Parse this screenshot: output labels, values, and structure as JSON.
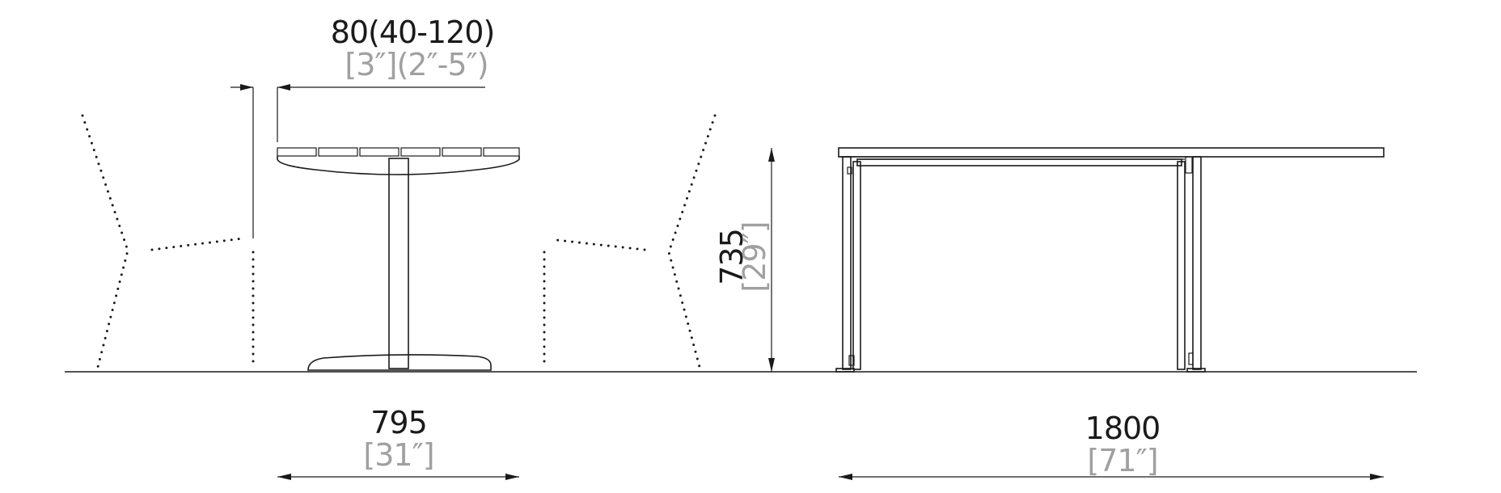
{
  "dimensions": {
    "overhang": {
      "mm": "80(40-120)",
      "inch": "[3″](2″-5″)"
    },
    "height": {
      "mm": "735",
      "inch": "[29″]"
    },
    "depth": {
      "mm": "795",
      "inch": "[31″]"
    },
    "length": {
      "mm": "1800",
      "inch": "[71″]"
    }
  },
  "colors": {
    "line": "#1a1a1a",
    "inch_text": "#a0a0a0"
  }
}
